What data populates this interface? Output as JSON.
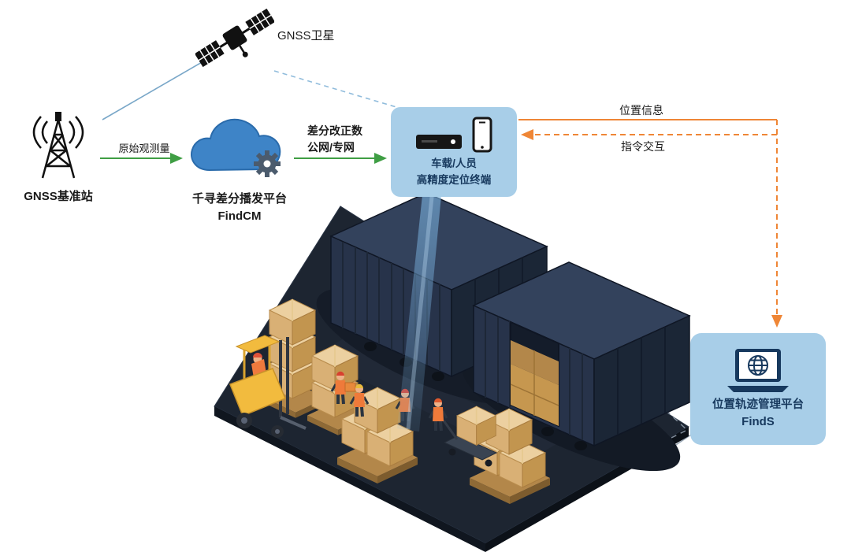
{
  "diagram": {
    "satellite": {
      "label": "GNSS卫星",
      "icon": "satellite-icon"
    },
    "base_station": {
      "label": "GNSS基准站",
      "icon": "radio-tower-icon"
    },
    "cloud_platform": {
      "name": "千寻差分播发平台",
      "product": "FindCM",
      "icon": "cloud-gear-icon"
    },
    "terminal": {
      "line1": "车载/人员",
      "line2": "高精度定位终端",
      "icons": [
        "receiver-box-icon",
        "smartphone-icon"
      ]
    },
    "management_platform": {
      "name": "位置轨迹管理平台",
      "product": "FindS",
      "icon": "laptop-globe-icon"
    },
    "links": {
      "raw_observation": "原始观测量",
      "correction_line1": "差分改正数",
      "correction_line2": "公网/专网",
      "position_info": "位置信息",
      "command_interaction": "指令交互"
    },
    "colors": {
      "panel_blue": "#a8cee8",
      "panel_text_navy": "#17395e",
      "arrow_green": "#3f9e44",
      "arrow_orange": "#ef8636",
      "link_blue": "#79a7c8",
      "cloud_blue": "#3e84c7",
      "platform_dark": "#1d2531",
      "container_navy": "#27334a",
      "carton_tan": "#d9b075",
      "forklift_yellow": "#f2bb3e"
    },
    "scene": "warehouse-yard-isometric-illustration"
  }
}
